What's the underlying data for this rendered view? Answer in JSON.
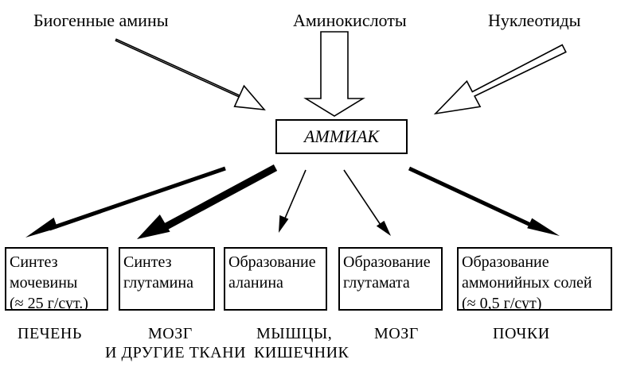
{
  "sources": {
    "biogenic_amines": "Биогенные амины",
    "amino_acids": "Аминокислоты",
    "nucleotides": "Нуклеотиды"
  },
  "center": {
    "label": "АММИАК"
  },
  "pathways": [
    {
      "lines": [
        "Синтез",
        "мочевины",
        "(≈ 25 г/сут.)"
      ]
    },
    {
      "lines": [
        "Синтез",
        "глутамина"
      ]
    },
    {
      "lines": [
        "Образование",
        "аланина"
      ]
    },
    {
      "lines": [
        "Образование",
        "глутамата"
      ]
    },
    {
      "lines": [
        "Образование",
        "аммонийных солей",
        "(≈ 0,5 г/сут)"
      ]
    }
  ],
  "organs": {
    "liver": "ПЕЧЕНЬ",
    "brain_1": "МОЗГ",
    "other_tissues": "И ДРУГИЕ ТКАНИ",
    "muscles": "МЫШЦЫ,",
    "intestine": "КИШЕЧНИК",
    "brain_2": "МОЗГ",
    "kidneys": "ПОЧКИ"
  }
}
